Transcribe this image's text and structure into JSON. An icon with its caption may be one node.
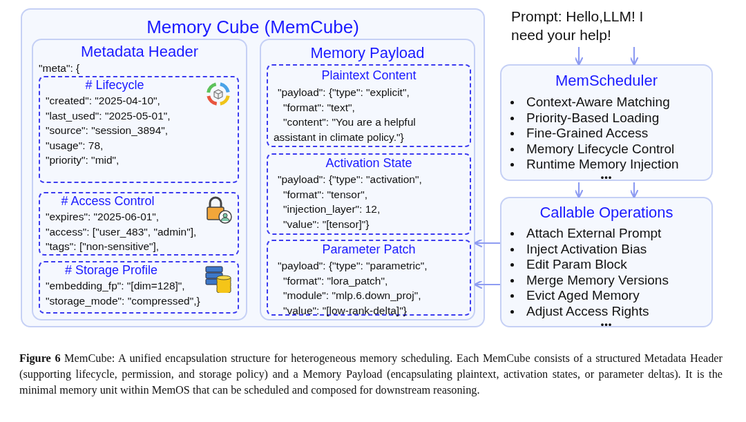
{
  "diagram": {
    "caption": "**Figure 6** MemCube: A unified encapsulation structure for heterogeneous memory scheduling. Each MemCube consists of a structured Metadata Header (supporting lifecycle, permission, and storage policy) and a Memory Payload (encapsulating plaintext, activation states, or parameter deltas). It is the minimal memory unit within MemOS that can be scheduled and composed for downstream reasoning.",
    "nodes": [
      {
        "text": [
          "Memory Cube (MemCube)"
        ]
      },
      {
        "text": [
          "Metadata Header",
          "\"meta\": {"
        ],
        "in": 0
      },
      {
        "text": [
          "# Lifecycle",
          "\"created\": \"2025-04-10\",",
          "\"last_used\": \"2025-05-01\",",
          "\"source\": \"session_3894\",",
          "\"usage\": 78,",
          "\"priority\": \"mid\","
        ],
        "in": 1
      },
      {
        "text": [
          "# Access Control",
          "\"expires\": \"2025-06-01\",",
          "\"access\": [\"user_483\", \"admin\"],",
          "\"tags\": [\"non-sensitive\"],"
        ],
        "in": 1
      },
      {
        "text": [
          "# Storage Profile",
          "\"embedding_fp\": \"[dim=128]\",",
          "\"storage_mode\": \"compressed\",}"
        ],
        "in": 1
      },
      {
        "text": [
          "Memory Payload"
        ],
        "in": 0
      },
      {
        "text": [
          "Plaintext Content",
          "\"payload\": {\"type\": \"explicit\",",
          "\"format\": \"text\",",
          "\"content\": \"You are a helpful assistant in climate policy.\"}"
        ],
        "in": 5
      },
      {
        "text": [
          "Activation State",
          "\"payload\": {\"type\": \"activation\",",
          "\"format\": \"tensor\",",
          "\"injection_layer\": 12,",
          "\"value\": \"[tensor]\"}"
        ],
        "in": 5
      },
      {
        "text": [
          "Parameter Patch",
          "\"payload\": {\"type\": \"parametric\",",
          "\"format\": \"lora_patch\",",
          "\"module\": \"mlp.6.down_proj\",",
          "\"value\": \"[low-rank-delta]\"}"
        ],
        "in": 5
      },
      {
        "text": [
          "Prompt: Hello,LLM! I need your help!"
        ]
      },
      {
        "text": [
          "MemScheduler",
          "Context-Aware Matching",
          "Priority-Based Loading",
          "Fine-Grained Access",
          "Memory Lifecycle Control",
          "Runtime Memory Injection",
          "•••"
        ]
      },
      {
        "text": [
          "Callable Operations",
          "Attach External Prompt",
          "Inject Activation Bias",
          "Edit Param Block",
          "Merge Memory Versions",
          "Evict Aged Memory",
          "Adjust Access Rights",
          "•••"
        ]
      }
    ],
    "edges": [
      {
        "from": 9,
        "to": 10,
        "arrow": "to"
      },
      {
        "from": 9,
        "to": 10,
        "arrow": "to"
      },
      {
        "from": 10,
        "to": 11,
        "arrow": "to"
      },
      {
        "from": 10,
        "to": 11,
        "arrow": "to"
      },
      {
        "from": 11,
        "to": 5,
        "arrow": "to"
      },
      {
        "from": 11,
        "to": 5,
        "arrow": "to"
      }
    ]
  }
}
